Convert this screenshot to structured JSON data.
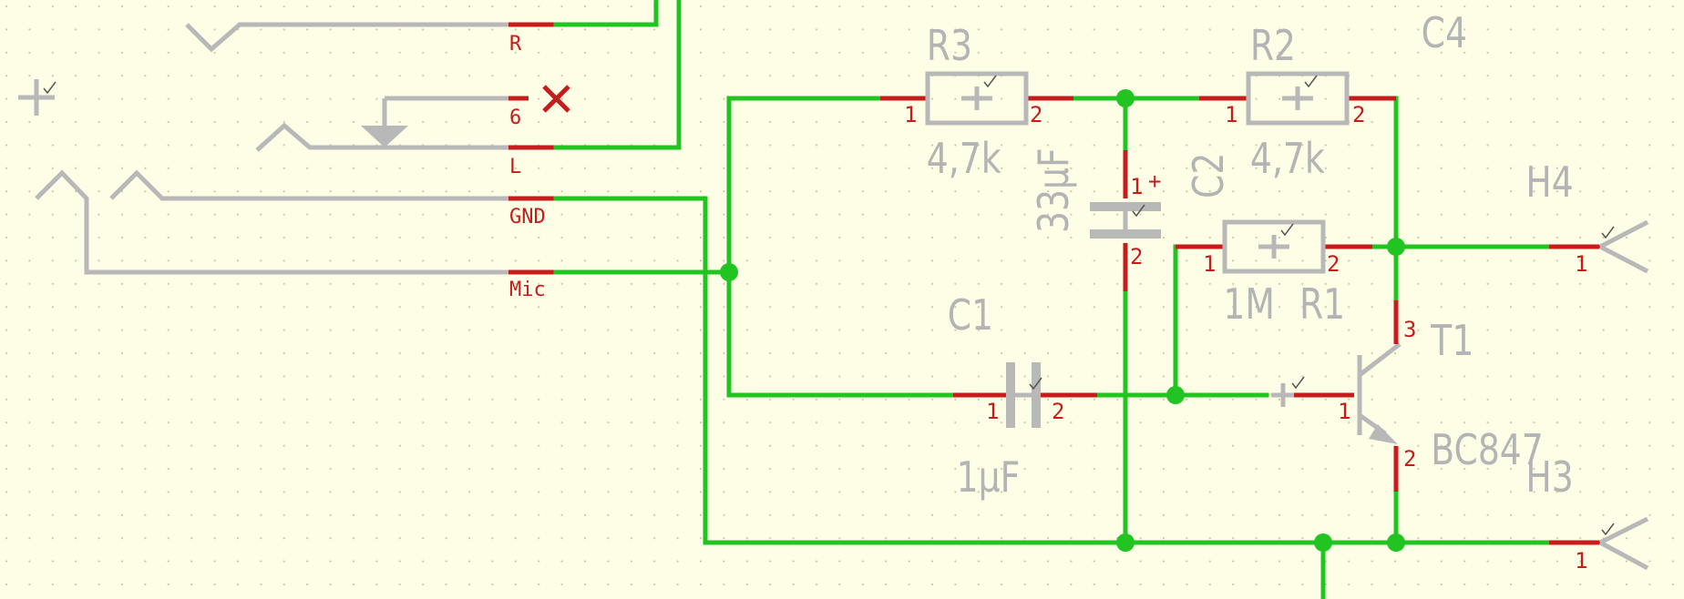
{
  "jack": {
    "pins": [
      "R",
      "6",
      "L",
      "GND",
      "Mic"
    ]
  },
  "components": {
    "R3": {
      "name": "R3",
      "value": "4,7k",
      "pin1": "1",
      "pin2": "2"
    },
    "R2": {
      "name": "R2",
      "value": "4,7k",
      "pin1": "1",
      "pin2": "2"
    },
    "R1": {
      "name": "R1",
      "value": "1M",
      "pin1": "1",
      "pin2": "2"
    },
    "C1": {
      "name": "C1",
      "value": "1µF",
      "pin1": "1",
      "pin2": "2"
    },
    "C2": {
      "name": "C2",
      "value": "33µF",
      "pin1": "1",
      "pin2": "2",
      "plus": "+"
    },
    "C4": {
      "name": "C4"
    },
    "T1": {
      "name": "T1",
      "value": "BC847",
      "pin1": "1",
      "pin2": "2",
      "pin3": "3"
    },
    "H4": {
      "name": "H4",
      "pin": "1"
    },
    "H3": {
      "name": "H3",
      "pin": "1"
    }
  },
  "colors": {
    "wire": "#22c422",
    "pin": "#c61c1c",
    "body": "#b8b8b8",
    "background": "#fefee6"
  }
}
